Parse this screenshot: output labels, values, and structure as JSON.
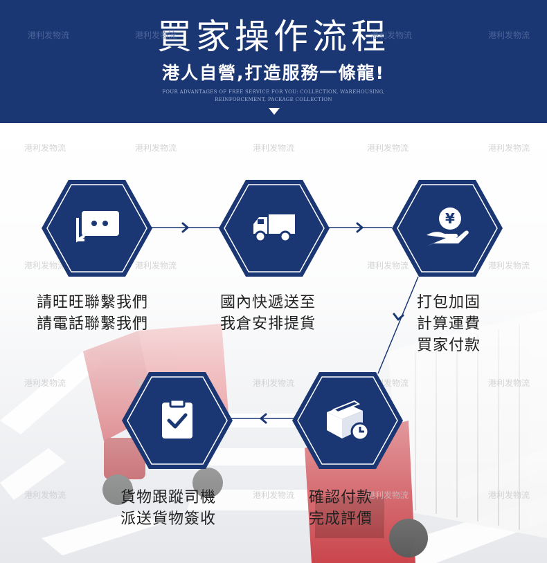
{
  "header": {
    "title": "買家操作流程",
    "subtitle": "港人自營,打造服務一條龍!",
    "tagline": "FOUR ADVANTAGES OF FREE SERVICE FOR YOU: COLLECTION, WAREHOUSING, REINFORCEMENT, PACKAGE COLLECTION"
  },
  "watermark": "港利发物流",
  "steps": [
    {
      "icon": "chat-bubbles-icon",
      "lines": [
        "請旺旺聯繫我們",
        "請電話聯繫我們"
      ]
    },
    {
      "icon": "delivery-truck-icon",
      "lines": [
        "國內快遞送至",
        "我倉安排提貨"
      ]
    },
    {
      "icon": "yen-coin-hand-icon",
      "lines": [
        "打包加固",
        "計算運費",
        "買家付款"
      ]
    },
    {
      "icon": "package-clock-icon",
      "lines": [
        "確認付款",
        "完成評價"
      ]
    },
    {
      "icon": "clipboard-check-icon",
      "lines": [
        "貨物跟蹤司機",
        "派送貨物簽收"
      ]
    }
  ],
  "colors": {
    "brand": "#1a3773",
    "accent": "#1f3d80",
    "truck_red": "#c8343b"
  }
}
